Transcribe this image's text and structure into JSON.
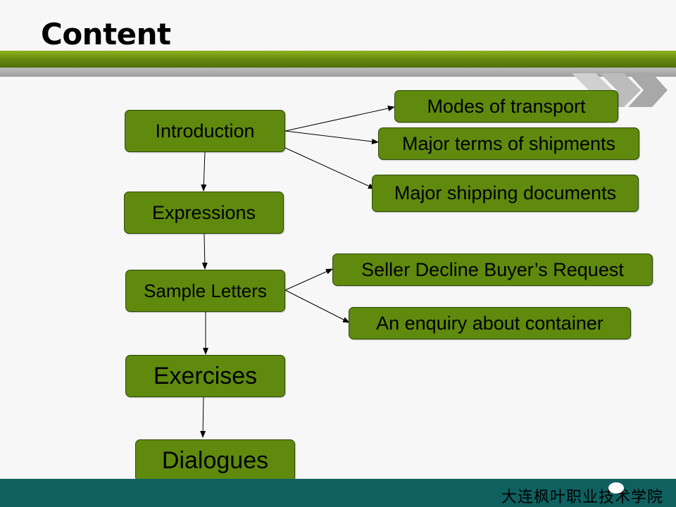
{
  "title": "Content",
  "main_nodes": {
    "introduction": "Introduction",
    "expressions": "Expressions",
    "sample_letters": "Sample Letters",
    "exercises": "Exercises",
    "dialogues": "Dialogues"
  },
  "intro_children": {
    "modes": "Modes of transport",
    "terms": "Major terms of shipments",
    "documents": "Major shipping documents"
  },
  "letters_children": {
    "decline": "Seller Decline Buyer’s Request",
    "enquiry": "An enquiry about container"
  },
  "footer": {
    "institution": "大连枫叶职业技术学院"
  },
  "colors": {
    "node_fill": "#5f8a0e",
    "top_bar": "#6b8d10",
    "footer_band": "#0f6160"
  }
}
